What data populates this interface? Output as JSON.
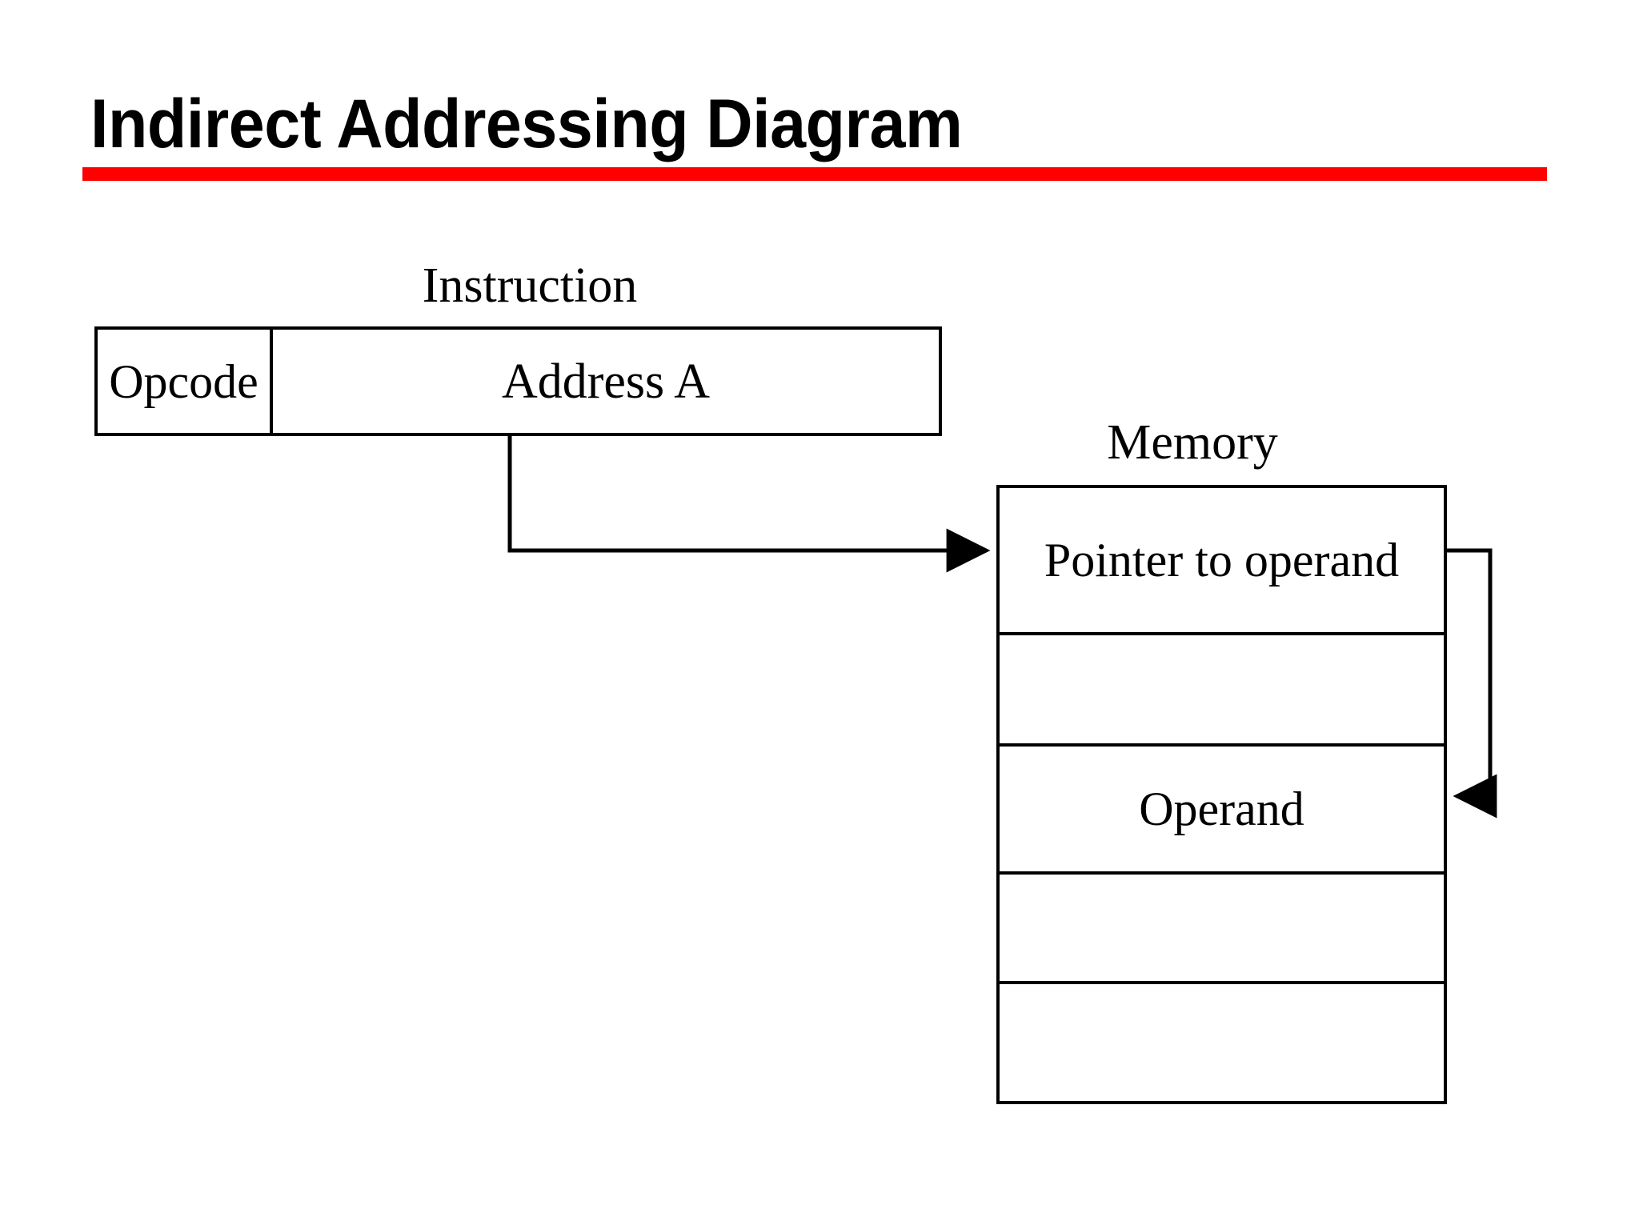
{
  "slide": {
    "title": "Indirect Addressing Diagram",
    "accent_color": "#ff0000",
    "background_color": "#ffffff",
    "line_color": "#000000"
  },
  "instruction": {
    "caption": "Instruction",
    "fields": [
      {
        "name": "opcode",
        "label": "Opcode"
      },
      {
        "name": "address",
        "label": "Address A"
      }
    ]
  },
  "memory": {
    "caption": "Memory",
    "rows": [
      {
        "name": "pointer",
        "label": "Pointer to operand"
      },
      {
        "name": "empty-1",
        "label": ""
      },
      {
        "name": "operand",
        "label": "Operand"
      },
      {
        "name": "empty-2",
        "label": ""
      },
      {
        "name": "empty-3",
        "label": ""
      }
    ]
  },
  "connectors": [
    {
      "name": "address-to-pointer",
      "from": "Address A",
      "to": "Pointer to operand"
    },
    {
      "name": "pointer-to-operand",
      "from": "Pointer to operand",
      "to": "Operand"
    }
  ]
}
